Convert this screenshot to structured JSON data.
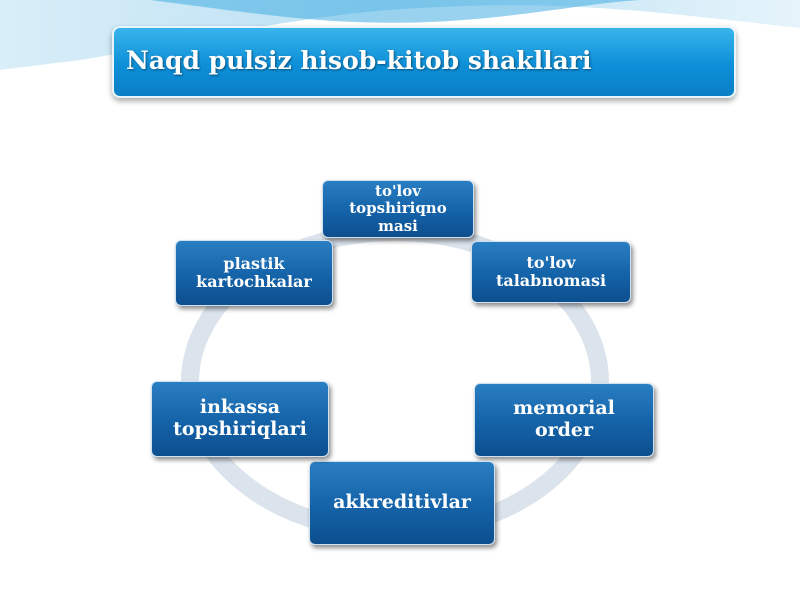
{
  "slide": {
    "title": "Naqd pulsiz hisob-kitob shakllari"
  },
  "diagram": {
    "nodes": [
      {
        "id": "tolov-topshiriqnomasi",
        "label": "to'lov\ntopshiriqno\nmasi"
      },
      {
        "id": "tolov-talabnomasi",
        "label": "to'lov\ntalabnomasi"
      },
      {
        "id": "memorial-order",
        "label": "memorial\norder"
      },
      {
        "id": "akkreditivlar",
        "label": "akkreditivlar"
      },
      {
        "id": "inkassa-topshiriqlari",
        "label": "inkassa\ntopshiriqlari"
      },
      {
        "id": "plastik-kartochkalar",
        "label": "plastik\nkartochkalar"
      }
    ]
  },
  "colors": {
    "title_bar": "#0d8fd8",
    "node_fill": "#1462a8",
    "ring": "#d8e2ee",
    "background_wave": "#3aa9e0"
  }
}
